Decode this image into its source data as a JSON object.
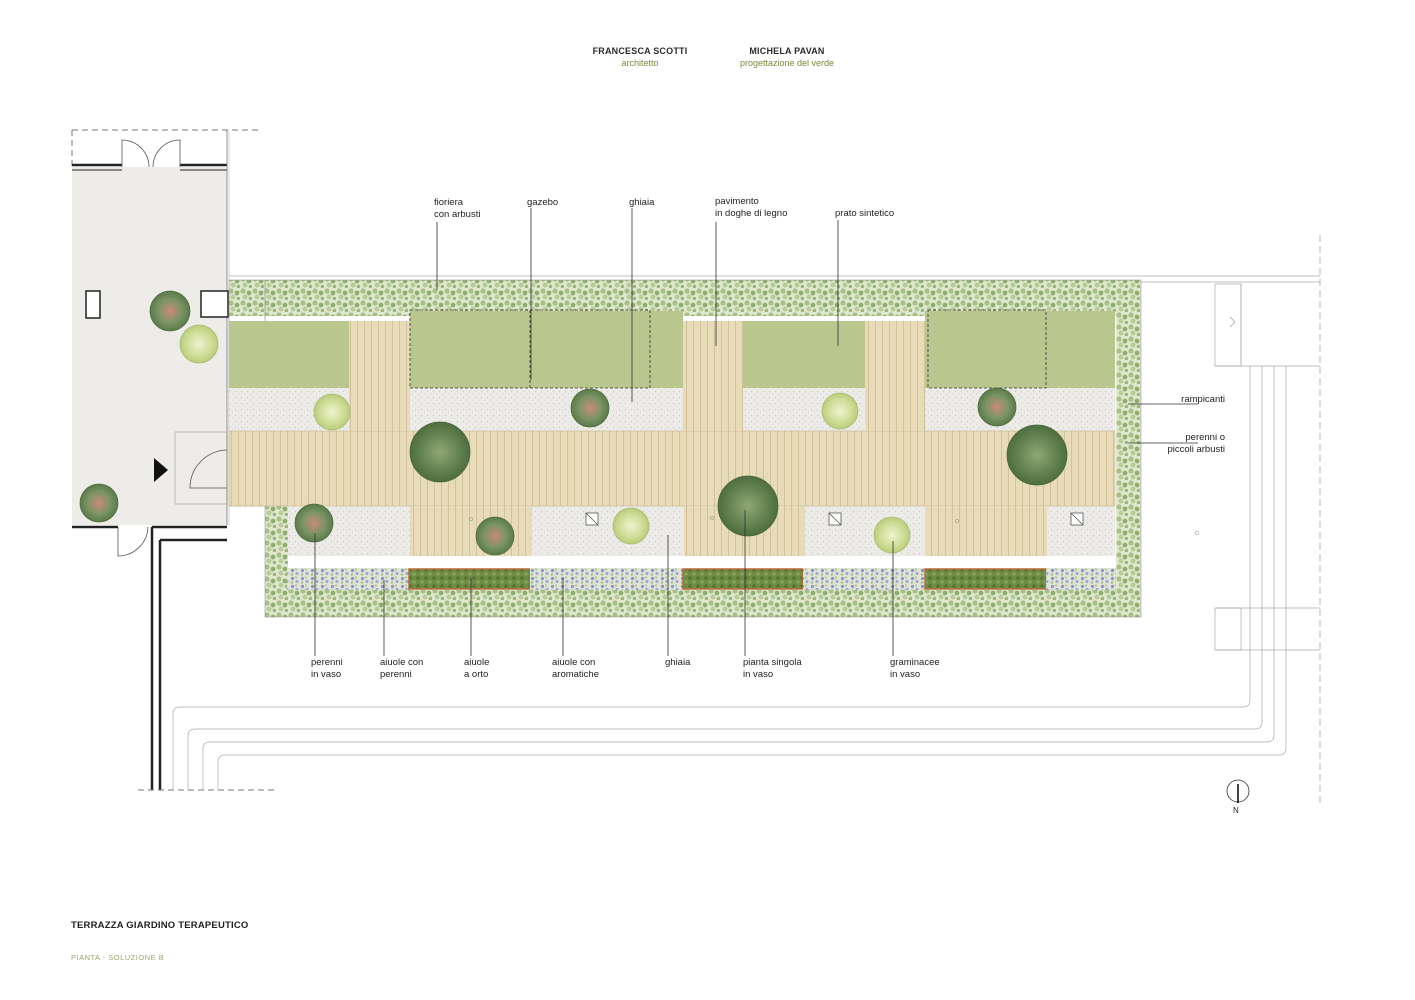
{
  "credits": [
    {
      "name": "FRANCESCA SCOTTI",
      "role": "architetto"
    },
    {
      "name": "MICHELA PAVAN",
      "role": "progettazione del verde"
    }
  ],
  "labels_top": {
    "fioriera": "fioriera\ncon arbusti",
    "gazebo": "gazebo",
    "ghiaia": "ghiaia",
    "pavimento": "pavimento\nin doghe di legno",
    "prato": "prato sintetico"
  },
  "labels_right": {
    "rampicanti": "rampicanti",
    "perenni_arbusti": "perenni o\npiccoli arbusti"
  },
  "labels_bottom": {
    "perenni_vaso": "perenni\nin vaso",
    "aiuole_perenni": "aiuole con\nperenni",
    "aiuole_orto": "aiuole\na orto",
    "aiuole_aromatiche": "aiuole con\naromatiche",
    "ghiaia": "ghiaia",
    "pianta_singola": "pianta singola\nin vaso",
    "graminacee": "graminacee\nin vaso"
  },
  "north_label": "N",
  "title": "TERRAZZA GIARDINO TERAPEUTICO",
  "subtitle": "PIANTA  -  SOLUZIONE B",
  "colors": {
    "lawn": "#b9c78f",
    "wood": "#e8dcb8",
    "gravel": "#e9e9e6",
    "hedge": "#9fb77c",
    "veg_bed": "#5f7d3a",
    "veg_border": "#b86a3a",
    "lavender": "#8a8ad0",
    "tree_dark": "#6b8a55",
    "tree_red": "#b04a4a",
    "grass_light": "#cbd98f",
    "room_floor": "#eeece8",
    "accent_text": "#7a8a3a"
  }
}
